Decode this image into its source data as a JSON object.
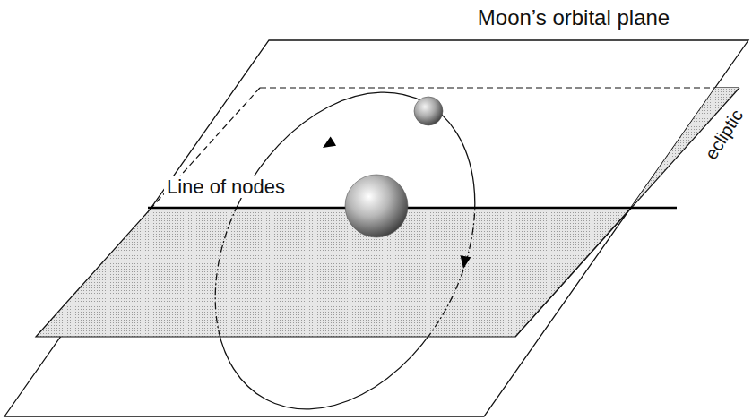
{
  "diagram": {
    "labels": [
      "Moon’s orbital plane",
      "Line of nodes",
      "ecliptic"
    ]
  }
}
